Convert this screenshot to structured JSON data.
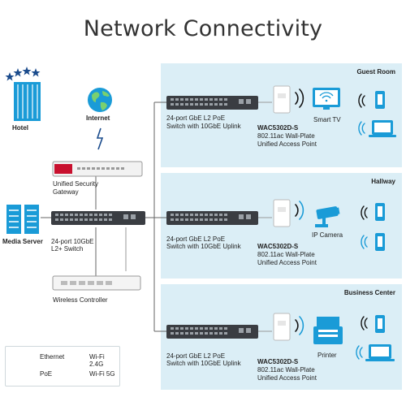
{
  "title": "Network Connectivity",
  "panels": [
    {
      "name": "Guest Room"
    },
    {
      "name": "Hallway"
    },
    {
      "name": "Business Center"
    }
  ],
  "left": {
    "hotel": "Hotel",
    "internet": "Internet",
    "usg_line1": "Unified Security",
    "usg_line2": "Gateway",
    "media_server": "Media Server",
    "core_switch_line1": "24-port 10GbE",
    "core_switch_line2": "L2+ Switch",
    "wireless_controller": "Wireless Controller"
  },
  "switch_label_line1": "24-port GbE L2 PoE",
  "switch_label_line2": "Switch with 10GbE Uplink",
  "ap_label": {
    "model": "WAC5302D-S",
    "line2": "802.11ac Wall-Plate",
    "line3": "Unified Access Point"
  },
  "devices": {
    "smart_tv": "Smart TV",
    "ip_camera": "IP Camera",
    "printer": "Printer"
  },
  "legend": {
    "ethernet": "Ethernet",
    "poe": "PoE",
    "wifi24": "Wi-Fi 2.4G",
    "wifi5": "Wi-Fi 5G"
  },
  "colors": {
    "panel_bg": "#dbeef6",
    "device_blue": "#1a9bd7",
    "switch_dark": "#3a3d42",
    "usg_red": "#c8102e",
    "line": "#666666"
  }
}
